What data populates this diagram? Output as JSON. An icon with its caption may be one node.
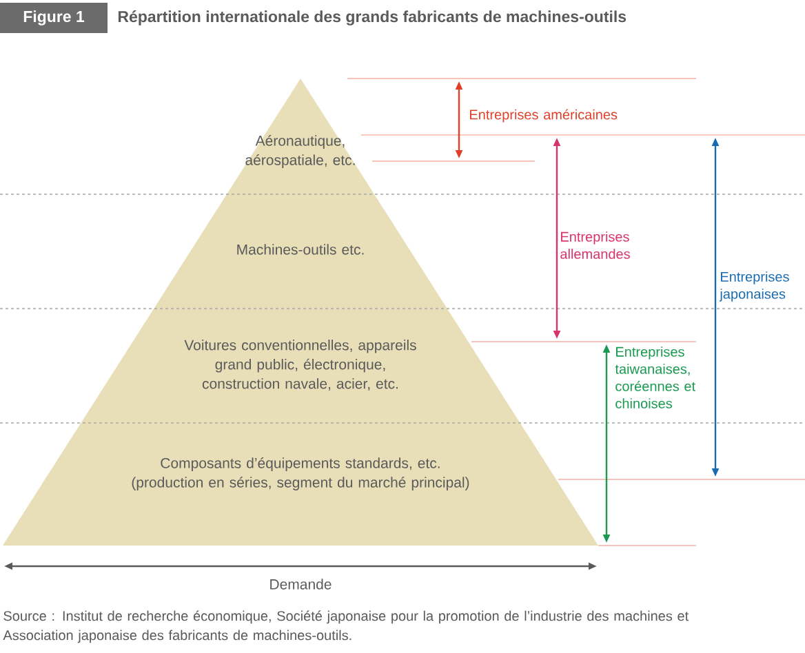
{
  "diagram": {
    "title": "Répartition internationale des grands fabricants de machines-outils",
    "caption": "Source : Institut de recherche économique, Société japonaise pour la promotion de l’industrie des machines et Association japonaise des fabricants de machines-outils.",
    "nodes": [
      {
        "text": [
          "Aéronautique, aérospatiale, etc."
        ]
      },
      {
        "text": [
          "Machines-outils etc."
        ]
      },
      {
        "text": [
          "Voitures conventionnelles, appareils grand public, électronique, construction navale, acier, etc."
        ]
      },
      {
        "text": [
          "Composants d’équipements standards, etc. (production en séries, segment du marché principal)"
        ]
      }
    ],
    "labels": [
      "Figure 1",
      "Entreprises américaines",
      "Entreprises allemandes",
      "Entreprises japonaises",
      "Entreprises taiwanaises, coréennes et chinoises",
      "Demande"
    ]
  }
}
